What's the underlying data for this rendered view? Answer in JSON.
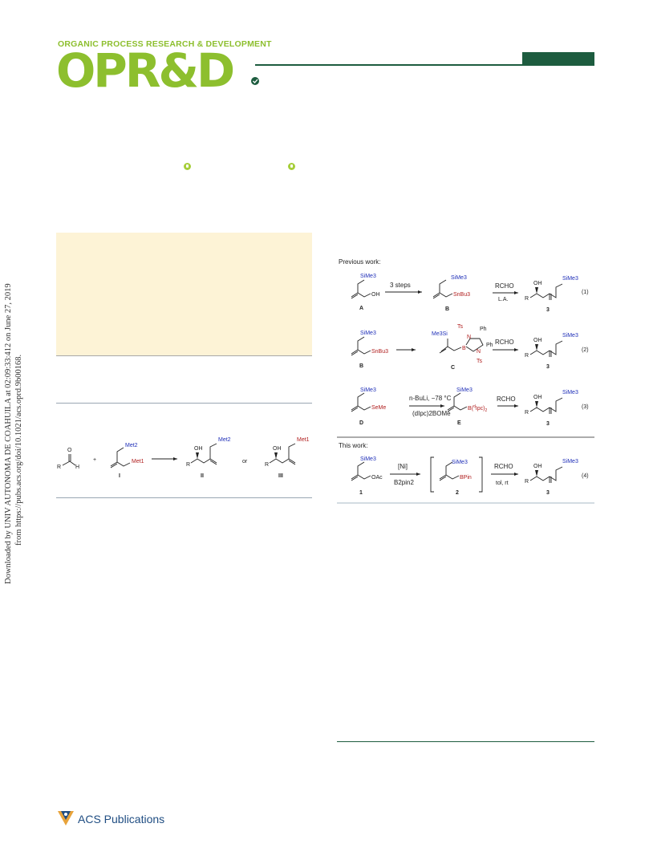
{
  "header": {
    "journal_name": "ORGANIC PROCESS RESEARCH & DEVELOPMENT",
    "logo": "OPR&D",
    "brand_color": "#8dbf2e",
    "accent_color": "#1d5c3f"
  },
  "watermark": {
    "line1": "Downloaded by UNIV AUTONOMA DE COAHUILA at 02:09:33:412 on June 27, 2019",
    "line2": "from https://pubs.acs.org/doi/10.1021/acs.oprd.9b00168."
  },
  "scheme": {
    "previous_label": "Previous work:",
    "this_label": "This work:",
    "eq1": {
      "arrow1": "3 steps",
      "reagent_top": "RCHO",
      "reagent_bottom": "L.A.",
      "number": "(1)",
      "labels": [
        "A",
        "B",
        "3"
      ]
    },
    "eq2": {
      "reagent_top": "RCHO",
      "number": "(2)",
      "labels": [
        "B",
        "C",
        "3"
      ]
    },
    "eq3": {
      "arrow1_top": "n-BuLi, −78 °C",
      "arrow1_bottom": "(dIpc)2BOMe",
      "reagent_top": "RCHO",
      "number": "(3)",
      "labels": [
        "D",
        "E",
        "3"
      ]
    },
    "eq4": {
      "arrow1_top": "[Ni]",
      "arrow1_bottom": "B2pin2",
      "reagent_top": "RCHO",
      "reagent_bottom": "tol, rt",
      "number": "(4)",
      "labels": [
        "1",
        "2",
        "3"
      ]
    },
    "groups": {
      "sime3": "SiMe3",
      "oh": "OH",
      "snbu3": "SnBu3",
      "seme": "SeMe",
      "oac": "OAc",
      "bpin": "BPin",
      "me3si": "Me3Si",
      "ts": "Ts",
      "ph": "Ph",
      "r": "R",
      "b": "B",
      "n": "N"
    }
  },
  "figure": {
    "labels": [
      "I",
      "II",
      "III"
    ],
    "plus": "+",
    "or": "or",
    "met1": "Met1",
    "met2": "Met2",
    "o": "O",
    "r": "R",
    "h": "H",
    "oh": "OH"
  },
  "footer": {
    "publisher": "ACS Publications"
  }
}
